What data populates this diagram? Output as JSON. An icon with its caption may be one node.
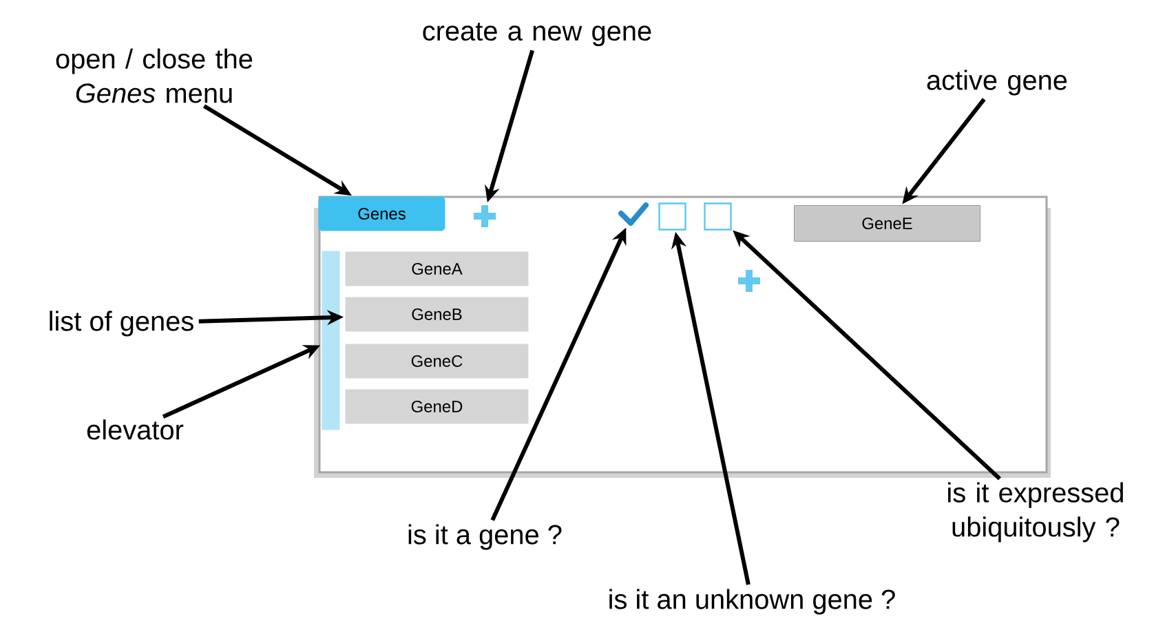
{
  "diagram": {
    "nodes": [
      {
        "text": [],
        "shape": "box"
      },
      {
        "text": [
          "Genes"
        ],
        "in": 0
      },
      {
        "text": [],
        "shape": "plus",
        "in": 0
      },
      {
        "text": [],
        "shape": "check",
        "in": 0
      },
      {
        "text": [],
        "shape": "box",
        "in": 0
      },
      {
        "text": [],
        "shape": "box",
        "in": 0
      },
      {
        "text": [
          "GeneE"
        ],
        "in": 0
      },
      {
        "text": [],
        "shape": "bar",
        "in": 0
      },
      {
        "text": [
          "GeneA"
        ],
        "in": 0
      },
      {
        "text": [
          "GeneB"
        ],
        "in": 0
      },
      {
        "text": [
          "GeneC"
        ],
        "in": 0
      },
      {
        "text": [
          "GeneD"
        ],
        "in": 0
      },
      {
        "text": [],
        "shape": "plus",
        "in": 0
      },
      {
        "text": [
          "open / close the *Genes* menu"
        ]
      },
      {
        "text": [
          "create a new gene"
        ]
      },
      {
        "text": [
          "active gene"
        ]
      },
      {
        "text": [
          "list of genes"
        ]
      },
      {
        "text": [
          "elevator"
        ]
      },
      {
        "text": [
          "is it a gene ?"
        ]
      },
      {
        "text": [
          "is it an unknown gene ?"
        ]
      },
      {
        "text": [
          "is it expressed ubiquitously ?"
        ]
      }
    ],
    "edges": [
      {
        "from": 13,
        "to": 1,
        "arrow": "to"
      },
      {
        "from": 14,
        "to": 2,
        "arrow": "to"
      },
      {
        "from": 15,
        "to": 6,
        "arrow": "to"
      },
      {
        "from": 16,
        "to": 9,
        "arrow": "to"
      },
      {
        "from": 17,
        "to": 7,
        "arrow": "to"
      },
      {
        "from": 18,
        "to": 3,
        "arrow": "to"
      },
      {
        "from": 19,
        "to": 4,
        "arrow": "to"
      },
      {
        "from": 20,
        "to": 5,
        "arrow": "to"
      }
    ]
  }
}
